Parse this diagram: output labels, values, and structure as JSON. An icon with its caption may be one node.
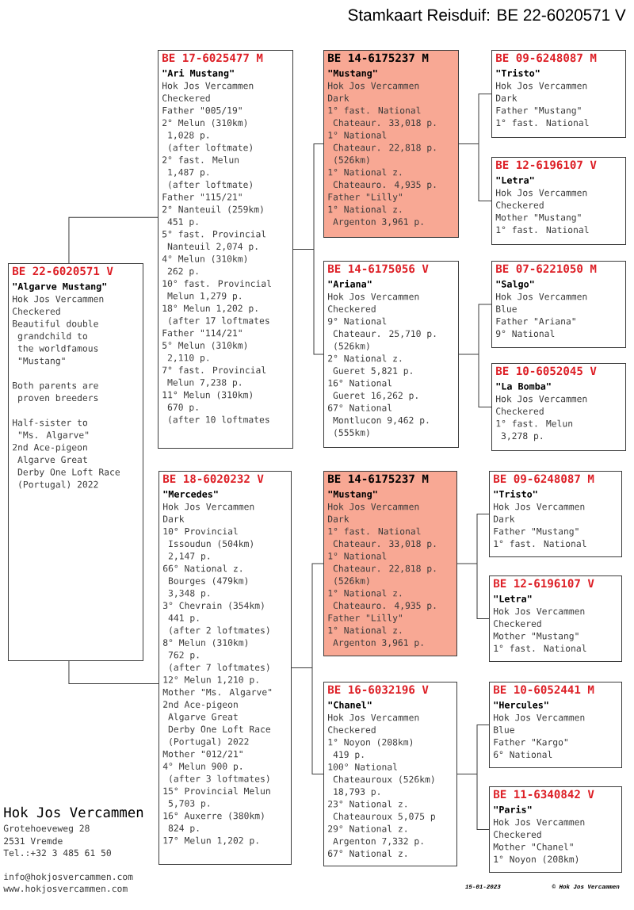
{
  "diagram": {
    "title": "Stamkaart Reisduif: BE 22-6020571 V",
    "nodes": [
      {
        "text": [
          "BE 22-6020571 V",
          "\"Algarve Mustang\"",
          "Hok Jos Vercammen",
          "Checkered",
          "Beautiful double grandchild to the worldfamous \"Mustang\"",
          "Both parents are proven breeders",
          "Half-sister to \"Ms. Algarve\"",
          "2nd Ace-pigeon Algarve Great Derby One Loft Race (Portugal) 2022"
        ]
      },
      {
        "text": [
          "BE 17-6025477 M",
          "\"Ari Mustang\"",
          "Hok Jos Vercammen",
          "Checkered",
          "Father \"005/19\"",
          "2° Melun (310km) 1,028 p. (after loftmate)",
          "2° fast. Melun 1,487 p. (after loftmate)",
          "Father \"115/21\"",
          "2° Nanteuil (259km) 451 p.",
          "5° fast. Provincial Nanteuil 2,074 p.",
          "4° Melun (310km) 262 p.",
          "10° fast. Provincial Melun 1,279 p.",
          "18° Melun 1,202 p. (after 17 loftmates",
          "Father \"114/21\"",
          "5° Melun (310km) 2,110 p.",
          "7° fast. Provincial Melun 7,238 p.",
          "11° Melun (310km) 670 p. (after 10 loftmates"
        ]
      },
      {
        "text": [
          "BE 18-6020232 V",
          "\"Mercedes\"",
          "Hok Jos Vercammen",
          "Dark",
          "10° Provincial Issoudun (504km) 2,147 p.",
          "66° National z. Bourges (479km) 3,348 p.",
          "3° Chevrain (354km) 441 p. (after 2 loftmates)",
          "8° Melun (310km) 762 p. (after 7 loftmates)",
          "12° Melun 1,210 p.",
          "Mother \"Ms. Algarve\"",
          "2nd Ace-pigeon Algarve Great Derby One Loft Race (Portugal) 2022",
          "Mother \"012/21\"",
          "4° Melun 900 p. (after 3 loftmates)",
          "15° Provincial Melun 5,703 p.",
          "16° Auxerre (380km) 824 p.",
          "17° Melun 1,202 p."
        ]
      },
      {
        "text": [
          "BE 14-6175237 M",
          "\"Mustang\"",
          "Hok Jos Vercammen",
          "Dark",
          "1° fast. National Chateaur. 33,018 p.",
          "1° National Chateaur. 22,818 p. (526km)",
          "1° National z. Chateauro. 4,935 p.",
          "Father \"Lilly\"",
          "1° National z. Argenton 3,961 p."
        ]
      },
      {
        "text": [
          "BE 14-6175056 V",
          "\"Ariana\"",
          "Hok Jos Vercammen",
          "Checkered",
          "9° National Chateaur. 25,710 p. (526km)",
          "2° National z. Gueret 5,821 p.",
          "16° National Gueret 16,262 p.",
          "67° National Montlucon 9,462 p. (555km)"
        ]
      },
      {
        "text": [
          "BE 14-6175237 M",
          "\"Mustang\"",
          "Hok Jos Vercammen",
          "Dark",
          "1° fast. National Chateaur. 33,018 p.",
          "1° National Chateaur. 22,818 p. (526km)",
          "1° National z. Chateauro. 4,935 p.",
          "Father \"Lilly\"",
          "1° National z. Argenton 3,961 p."
        ]
      },
      {
        "text": [
          "BE 16-6032196 V",
          "\"Chanel\"",
          "Hok Jos Vercammen",
          "Checkered",
          "1° Noyon (208km) 419 p.",
          "100° National Chateauroux (526km) 18,793 p.",
          "23° National z. Chateauroux 5,075 p",
          "29° National z. Argenton 7,332 p.",
          "67° National z."
        ]
      },
      {
        "text": [
          "BE 09-6248087 M",
          "\"Tristo\"",
          "Hok Jos Vercammen",
          "Dark",
          "Father \"Mustang\"",
          "1° fast. National"
        ]
      },
      {
        "text": [
          "BE 12-6196107 V",
          "\"Letra\"",
          "Hok Jos Vercammen",
          "Checkered",
          "Mother \"Mustang\"",
          "1° fast. National"
        ]
      },
      {
        "text": [
          "BE 07-6221050 M",
          "\"Salgo\"",
          "Hok Jos Vercammen",
          "Blue",
          "Father \"Ariana\"",
          "9° National"
        ]
      },
      {
        "text": [
          "BE 10-6052045 V",
          "\"La Bomba\"",
          "Hok Jos Vercammen",
          "Checkered",
          "1° fast. Melun 3,278 p."
        ]
      },
      {
        "text": [
          "BE 09-6248087 M",
          "\"Tristo\"",
          "Hok Jos Vercammen",
          "Dark",
          "Father \"Mustang\"",
          "1° fast. National"
        ]
      },
      {
        "text": [
          "BE 12-6196107 V",
          "\"Letra\"",
          "Hok Jos Vercammen",
          "Checkered",
          "Mother \"Mustang\"",
          "1° fast. National"
        ]
      },
      {
        "text": [
          "BE 10-6052441 M",
          "\"Hercules\"",
          "Hok Jos Vercammen",
          "Blue",
          "Father \"Kargo\"",
          "6° National"
        ]
      },
      {
        "text": [
          "BE 11-6340842 V",
          "\"Paris\"",
          "Hok Jos Vercammen",
          "Checkered",
          "Mother \"Chanel\"",
          "1° Noyon (208km)"
        ]
      }
    ],
    "edges": [
      {
        "from": 0,
        "to": 1,
        "arrow": "none"
      },
      {
        "from": 0,
        "to": 2,
        "arrow": "none"
      },
      {
        "from": 1,
        "to": 3,
        "arrow": "none"
      },
      {
        "from": 1,
        "to": 4,
        "arrow": "none"
      },
      {
        "from": 2,
        "to": 5,
        "arrow": "none"
      },
      {
        "from": 2,
        "to": 6,
        "arrow": "none"
      },
      {
        "from": 3,
        "to": 7,
        "arrow": "none"
      },
      {
        "from": 3,
        "to": 8,
        "arrow": "none"
      },
      {
        "from": 4,
        "to": 9,
        "arrow": "none"
      },
      {
        "from": 4,
        "to": 10,
        "arrow": "none"
      },
      {
        "from": 5,
        "to": 11,
        "arrow": "none"
      },
      {
        "from": 5,
        "to": 12,
        "arrow": "none"
      },
      {
        "from": 6,
        "to": 13,
        "arrow": "none"
      },
      {
        "from": 6,
        "to": 14,
        "arrow": "none"
      }
    ],
    "labels": [
      "Hok Jos Vercammen",
      "Grotehoeveweg 28",
      "2531 Vremde",
      "Tel.:+32 3 485 61 50",
      "info@hokjosvercammen.com",
      "www.hokjosvercammen.com",
      "15-01-2023",
      "© Hok Jos Vercammen"
    ]
  }
}
